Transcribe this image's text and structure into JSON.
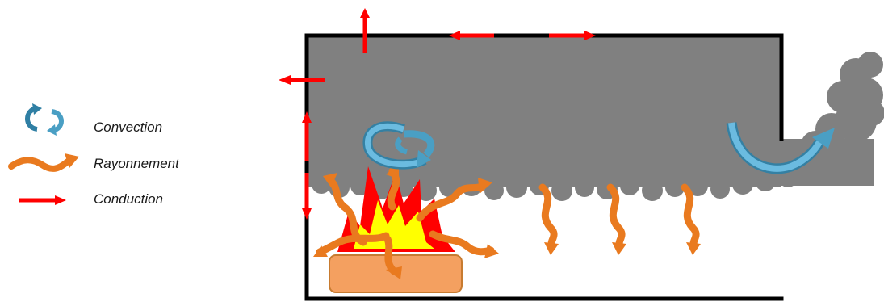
{
  "legend": {
    "convection": "Convection",
    "rayonnement": "Rayonnement",
    "conduction": "Conduction"
  },
  "colors": {
    "smoke": "#808080",
    "wall": "#000000",
    "conduction_arrow": "#ff0000",
    "radiation_arrow": "#e97a1f",
    "convection_arrow": "#4a9fc4",
    "flame_outer": "#ff0000",
    "flame_inner": "#ffff00",
    "fuel": "#f4a060"
  },
  "icons": [
    "convection-arrow-icon",
    "radiation-arrow-icon",
    "conduction-arrow-icon",
    "flame-icon",
    "smoke-cloud-icon"
  ]
}
